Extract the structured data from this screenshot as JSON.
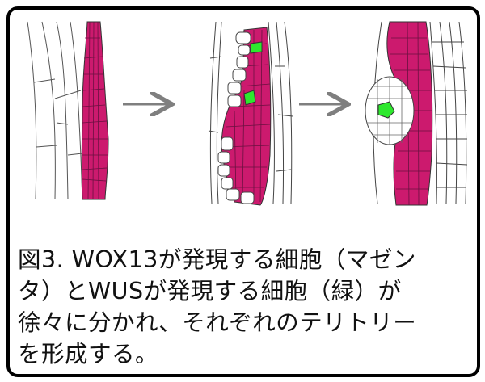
{
  "caption": {
    "lines": [
      "図3. WOX13が発現する細胞（マゼン",
      "タ）とWUSが発現する細胞（緑）が",
      "徐々に分かれ、それぞれのテリトリー",
      "を形成する。"
    ]
  },
  "colors": {
    "magenta": "#cc1a6e",
    "green": "#2ee82e",
    "outline": "#333333",
    "arrow": "#7f7f7f"
  }
}
